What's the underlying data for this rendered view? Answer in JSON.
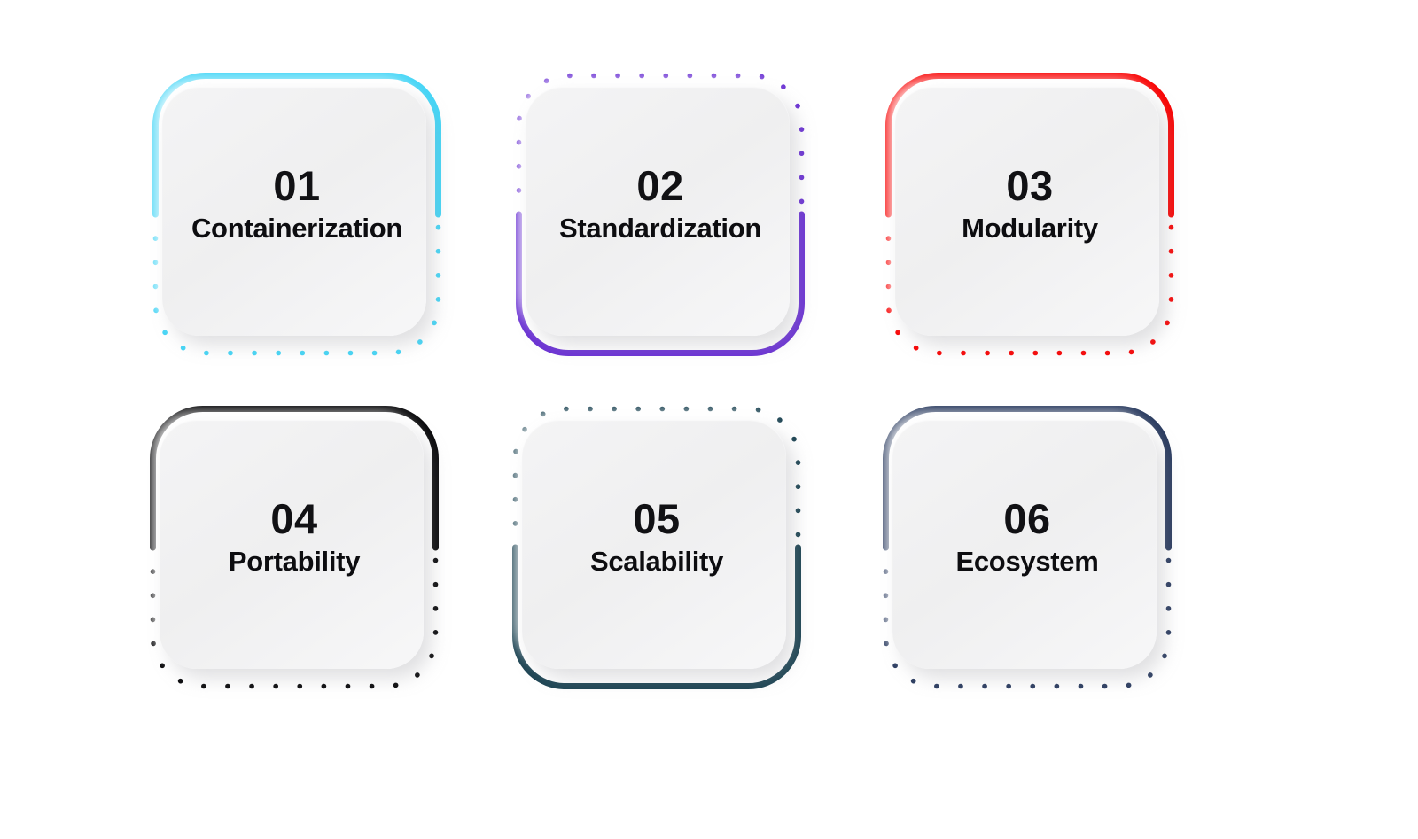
{
  "page": {
    "background": "#ffffff",
    "layout": "2 rows x 3 columns of numbered feature cards",
    "tile_color": "#f2f2f3",
    "text_color": "#0d0d10"
  },
  "cards": [
    {
      "number": "01",
      "label": "Containerization",
      "color": "#45d6f7",
      "accent_name": "cyan",
      "stroke_style": "solid-top-dotted-bottom",
      "position": "row1-col1"
    },
    {
      "number": "02",
      "label": "Standardization",
      "color": "#6c33d4",
      "accent_name": "purple",
      "stroke_style": "dotted-top-solid-bottom",
      "position": "row1-col2"
    },
    {
      "number": "03",
      "label": "Modularity",
      "color": "#f90505",
      "accent_name": "red",
      "stroke_style": "solid-top-dotted-bottom",
      "position": "row1-col3"
    },
    {
      "number": "04",
      "label": "Portability",
      "color": "#0b0b0d",
      "accent_name": "black",
      "stroke_style": "solid-top-dotted-bottom",
      "position": "row2-col1"
    },
    {
      "number": "05",
      "label": "Scalability",
      "color": "#1e4554",
      "accent_name": "dark-teal",
      "stroke_style": "dotted-top-solid-bottom",
      "position": "row2-col2"
    },
    {
      "number": "06",
      "label": "Ecosystem",
      "color": "#2b3c60",
      "accent_name": "navy",
      "stroke_style": "solid-top-dotted-bottom",
      "position": "row2-col3"
    }
  ]
}
